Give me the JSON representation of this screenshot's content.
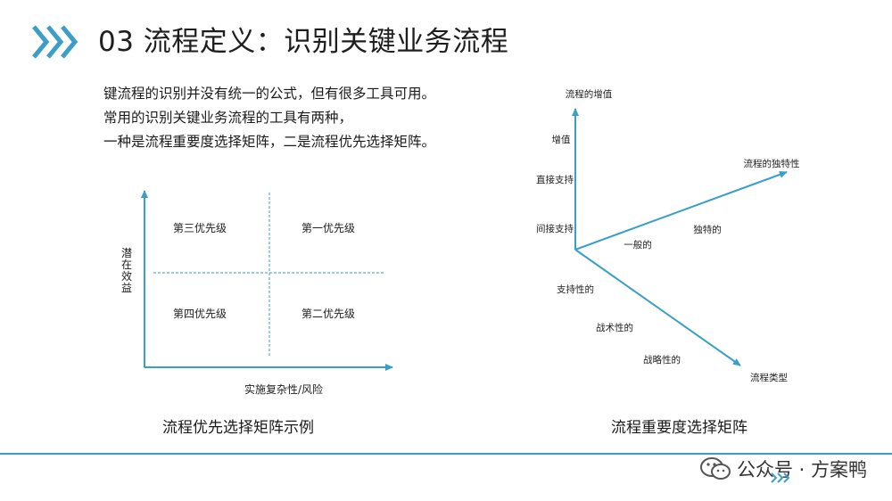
{
  "header": {
    "title": "03 流程定义：识别关键业务流程"
  },
  "intro": [
    "键流程的识别并没有统一的公式，但有很多工具可用。",
    "常用的识别关键业务流程的工具有两种，",
    "一种是流程重要度选择矩阵，二是流程优先选择矩阵。"
  ],
  "priority_matrix": {
    "quadrants": {
      "top_left": "第三优先级",
      "top_right": "第一优先级",
      "bottom_left": "第四优先级",
      "bottom_right": "第二优先级"
    },
    "y_label": "潜在效益",
    "x_label": "实施复杂性/风险",
    "caption": "流程优先选择矩阵示例"
  },
  "importance_matrix": {
    "axis_up": "流程的增值",
    "axis_right": "流程的独特性",
    "axis_down": "流程类型",
    "up_labels": [
      "增值",
      "直接支持",
      "间接支持"
    ],
    "right_labels": [
      "独特的",
      "一般的"
    ],
    "down_labels": [
      "支持性的",
      "战术性的",
      "战略性的"
    ],
    "caption": "流程重要度选择矩阵"
  },
  "footer": {
    "brand": "公众号 · 方案鸭"
  },
  "colors": {
    "accent": "#3a9fc8",
    "text": "#222222"
  }
}
